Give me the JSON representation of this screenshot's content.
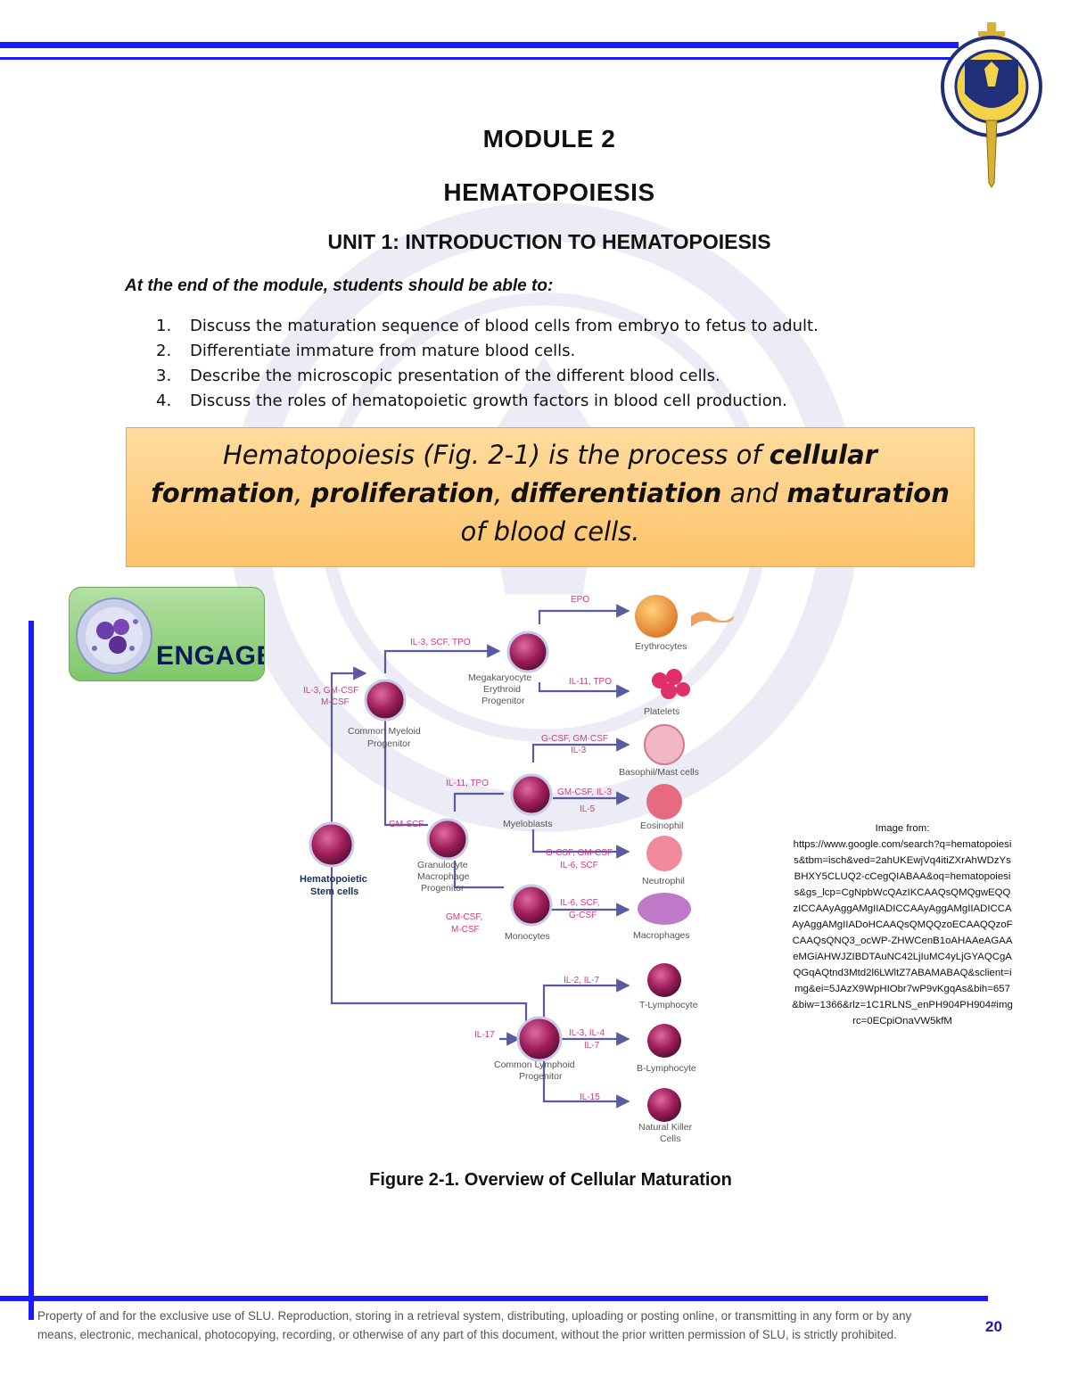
{
  "header": {
    "module": "MODULE 2",
    "title": "HEMATOPOIESIS",
    "unit": "UNIT 1: INTRODUCTION TO HEMATOPOIESIS"
  },
  "objectives": {
    "intro": "At the end of the module, students should be able to:",
    "items": [
      {
        "num": "1.",
        "text": "Discuss the maturation sequence of blood cells from embryo to fetus to adult."
      },
      {
        "num": "2.",
        "text": "Differentiate immature from mature blood cells."
      },
      {
        "num": "3.",
        "text": "Describe the microscopic presentation of the different blood cells."
      },
      {
        "num": "4.",
        "text": "Discuss the roles of hematopoietic growth factors in blood cell production."
      }
    ]
  },
  "definition": {
    "p1": "Hematopoiesis (Fig. 2-1) is the process of ",
    "b1": "cellular",
    "b2": "formation",
    "s1": ", ",
    "b3": "proliferation",
    "s2": ", ",
    "b4": "differentiation",
    "s3": " and ",
    "b5": "maturation",
    "p2": "of blood cells."
  },
  "engage": {
    "label": "ENGAGE"
  },
  "diagram": {
    "cells": {
      "hsc": "Hematopoietic",
      "hsc2": "Stem cells",
      "cmp": "Common Myeloid",
      "cmp2": "Progenitor",
      "mep": "Megakaryocyte",
      "mep2": "Erythroid",
      "mep3": "Progenitor",
      "gmp": "Granulocyte",
      "gmp2": "Macrophage",
      "gmp3": "Progenitor",
      "myeloblasts": "Myeloblasts",
      "monocytes": "Monocytes",
      "clp": "Common Lymphoid",
      "clp2": "Progenitor",
      "erythrocytes": "Erythrocytes",
      "platelets": "Platelets",
      "basophil": "Basophil/Mast cells",
      "eosinophil": "Eosinophil",
      "neutrophil": "Neutrophil",
      "macrophages": "Macrophages",
      "tlymph": "T-Lymphocyte",
      "blymph": "B-Lymphocyte",
      "nk": "Natural Killer",
      "nk2": "Cells"
    },
    "factors": {
      "f1": "IL-3, GM-CSF",
      "f1b": "M-CSF",
      "f2": "IL-3, SCF, TPO",
      "f3": "EPO",
      "f4": "IL-11, TPO",
      "f5": "GM-SCF",
      "f6": "IL-11, TPO",
      "f7": "G-CSF, GM-CSF",
      "f7b": "IL-3",
      "f8": "GM-CSF, IL-3",
      "f8b": "IL-5",
      "f9": "G-CSF, GM-CSF",
      "f9b": "IL-6, SCF",
      "f10": "GM-CSF,",
      "f10b": "M-CSF",
      "f11": "IL-6, SCF,",
      "f11b": "G-CSF",
      "f12": "IL-2, IL-7",
      "f13": "IL-17",
      "f14": "IL-3, IL-4",
      "f14b": "IL-7",
      "f15": "IL-15"
    }
  },
  "caption": "Figure 2-1. Overview of Cellular Maturation",
  "image_source": {
    "label": "Image from:",
    "url": "https://www.google.com/search?q=hematopoiesis&tbm=isch&ved=2ahUKEwjVq4itiZXrAhWDzYsBHXY5CLUQ2-cCegQIABAA&oq=hematopoiesis&gs_lcp=CgNpbWcQAzIKCAAQsQMQgwEQQzICCAAyAggAMgIIADICCAAyAggAMgIIADICCAAyAggAMgIIADoHCAAQsQMQQzoECAAQQzoFCAAQsQNQ3_ocWP-ZHWCenB1oAHAAeAGAAeMGiAHWJZIBDTAuNC42LjIuMC4yLjGYAQCgAQGqAQtnd3Mtd2l6LWltZ7ABAMABAQ&sclient=img&ei=5JAzX9WpHIObr7wP9vKgqAs&bih=657&biw=1366&rlz=1C1RLNS_enPH904PH904#imgrc=0ECpiOnaVW5kfM"
  },
  "footer": {
    "text": "Property of and for the exclusive use of SLU. Reproduction, storing in a retrieval system, distributing, uploading or posting online, or transmitting in any form or by any means, electronic, mechanical, photocopying, recording, or otherwise of any part of this document, without the prior written permission of SLU, is strictly prohibited.",
    "page": "20"
  },
  "colors": {
    "accent": "#1a1aff",
    "box": "#fcc36a",
    "engage": "#8fd07a"
  }
}
